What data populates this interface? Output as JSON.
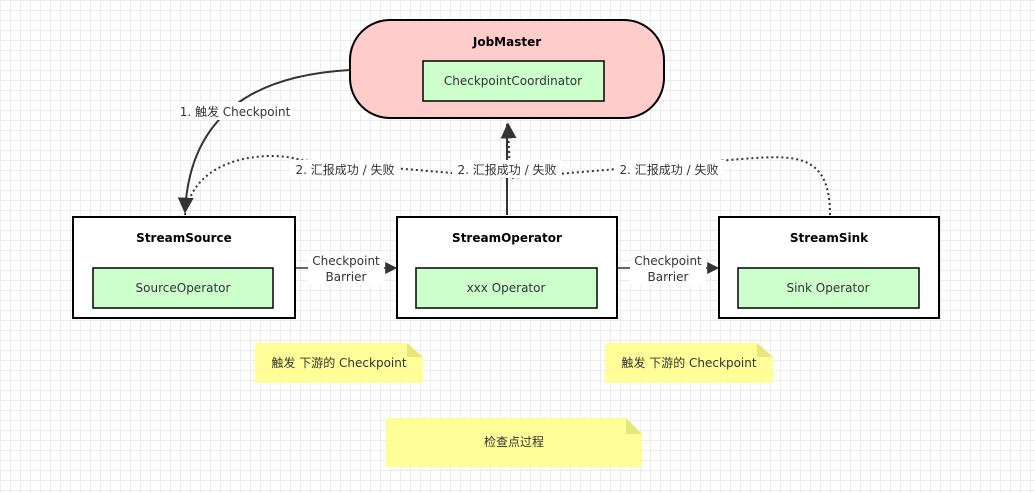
{
  "nodes": {
    "job_master": {
      "title": "JobMaster",
      "inner": "CheckpointCoordinator"
    },
    "stream_source": {
      "title": "StreamSource",
      "inner": "SourceOperator"
    },
    "stream_operator": {
      "title": "StreamOperator",
      "inner": "xxx Operator"
    },
    "stream_sink": {
      "title": "StreamSink",
      "inner": "Sink Operator"
    }
  },
  "edges": {
    "trigger": "1. 触发 Checkpoint",
    "report_source": "2. 汇报成功 / 失败",
    "report_operator": "2. 汇报成功 / 失败",
    "report_sink": "2. 汇报成功 / 失败",
    "barrier_1": [
      "Checkpoint",
      "Barrier"
    ],
    "barrier_2": [
      "Checkpoint",
      "Barrier"
    ]
  },
  "notes": {
    "note_1": "触发 下游的 Checkpoint",
    "note_2": "触发 下游的 Checkpoint",
    "caption": "检查点过程"
  },
  "colors": {
    "job_master_fill": "#ffcccc",
    "inner_fill": "#ccffcc",
    "note_fill": "#ffff99",
    "note_fold": "#e6e67a",
    "line": "#333333"
  }
}
